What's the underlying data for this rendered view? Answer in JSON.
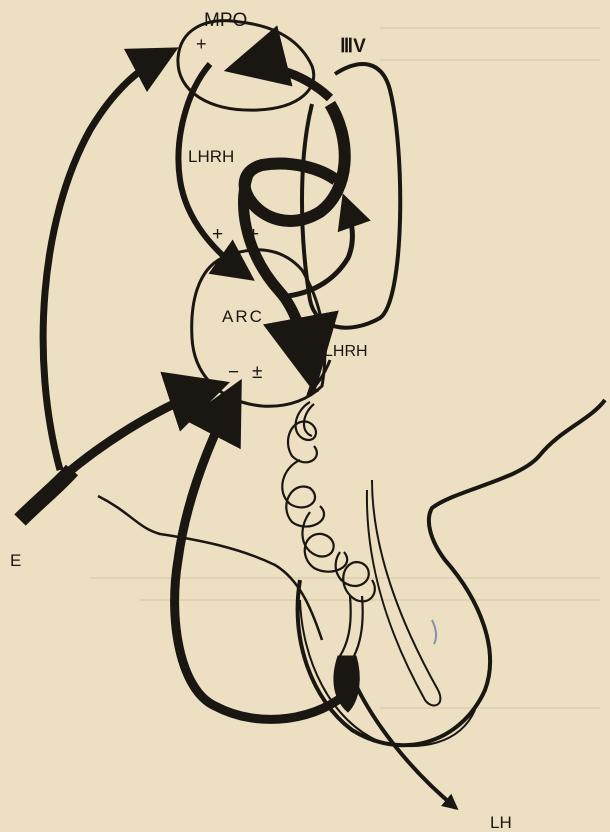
{
  "diagram": {
    "labels": {
      "mpo": "MPO",
      "third_ventricle": "ⅢV",
      "lhrh_upper": "LHRH",
      "arc": "ARC",
      "lhrh_lower": "LHRH",
      "estrogen": "E",
      "lh": "LH",
      "plus_mpo": "+",
      "plus_arc_left": "+",
      "plus_arc_right": "+",
      "minus_arc": "−",
      "plusminus_arc": "±"
    },
    "colors": {
      "background": "#ecdfc2",
      "ink": "#1a1612",
      "stain": "#6a7fa6"
    }
  }
}
